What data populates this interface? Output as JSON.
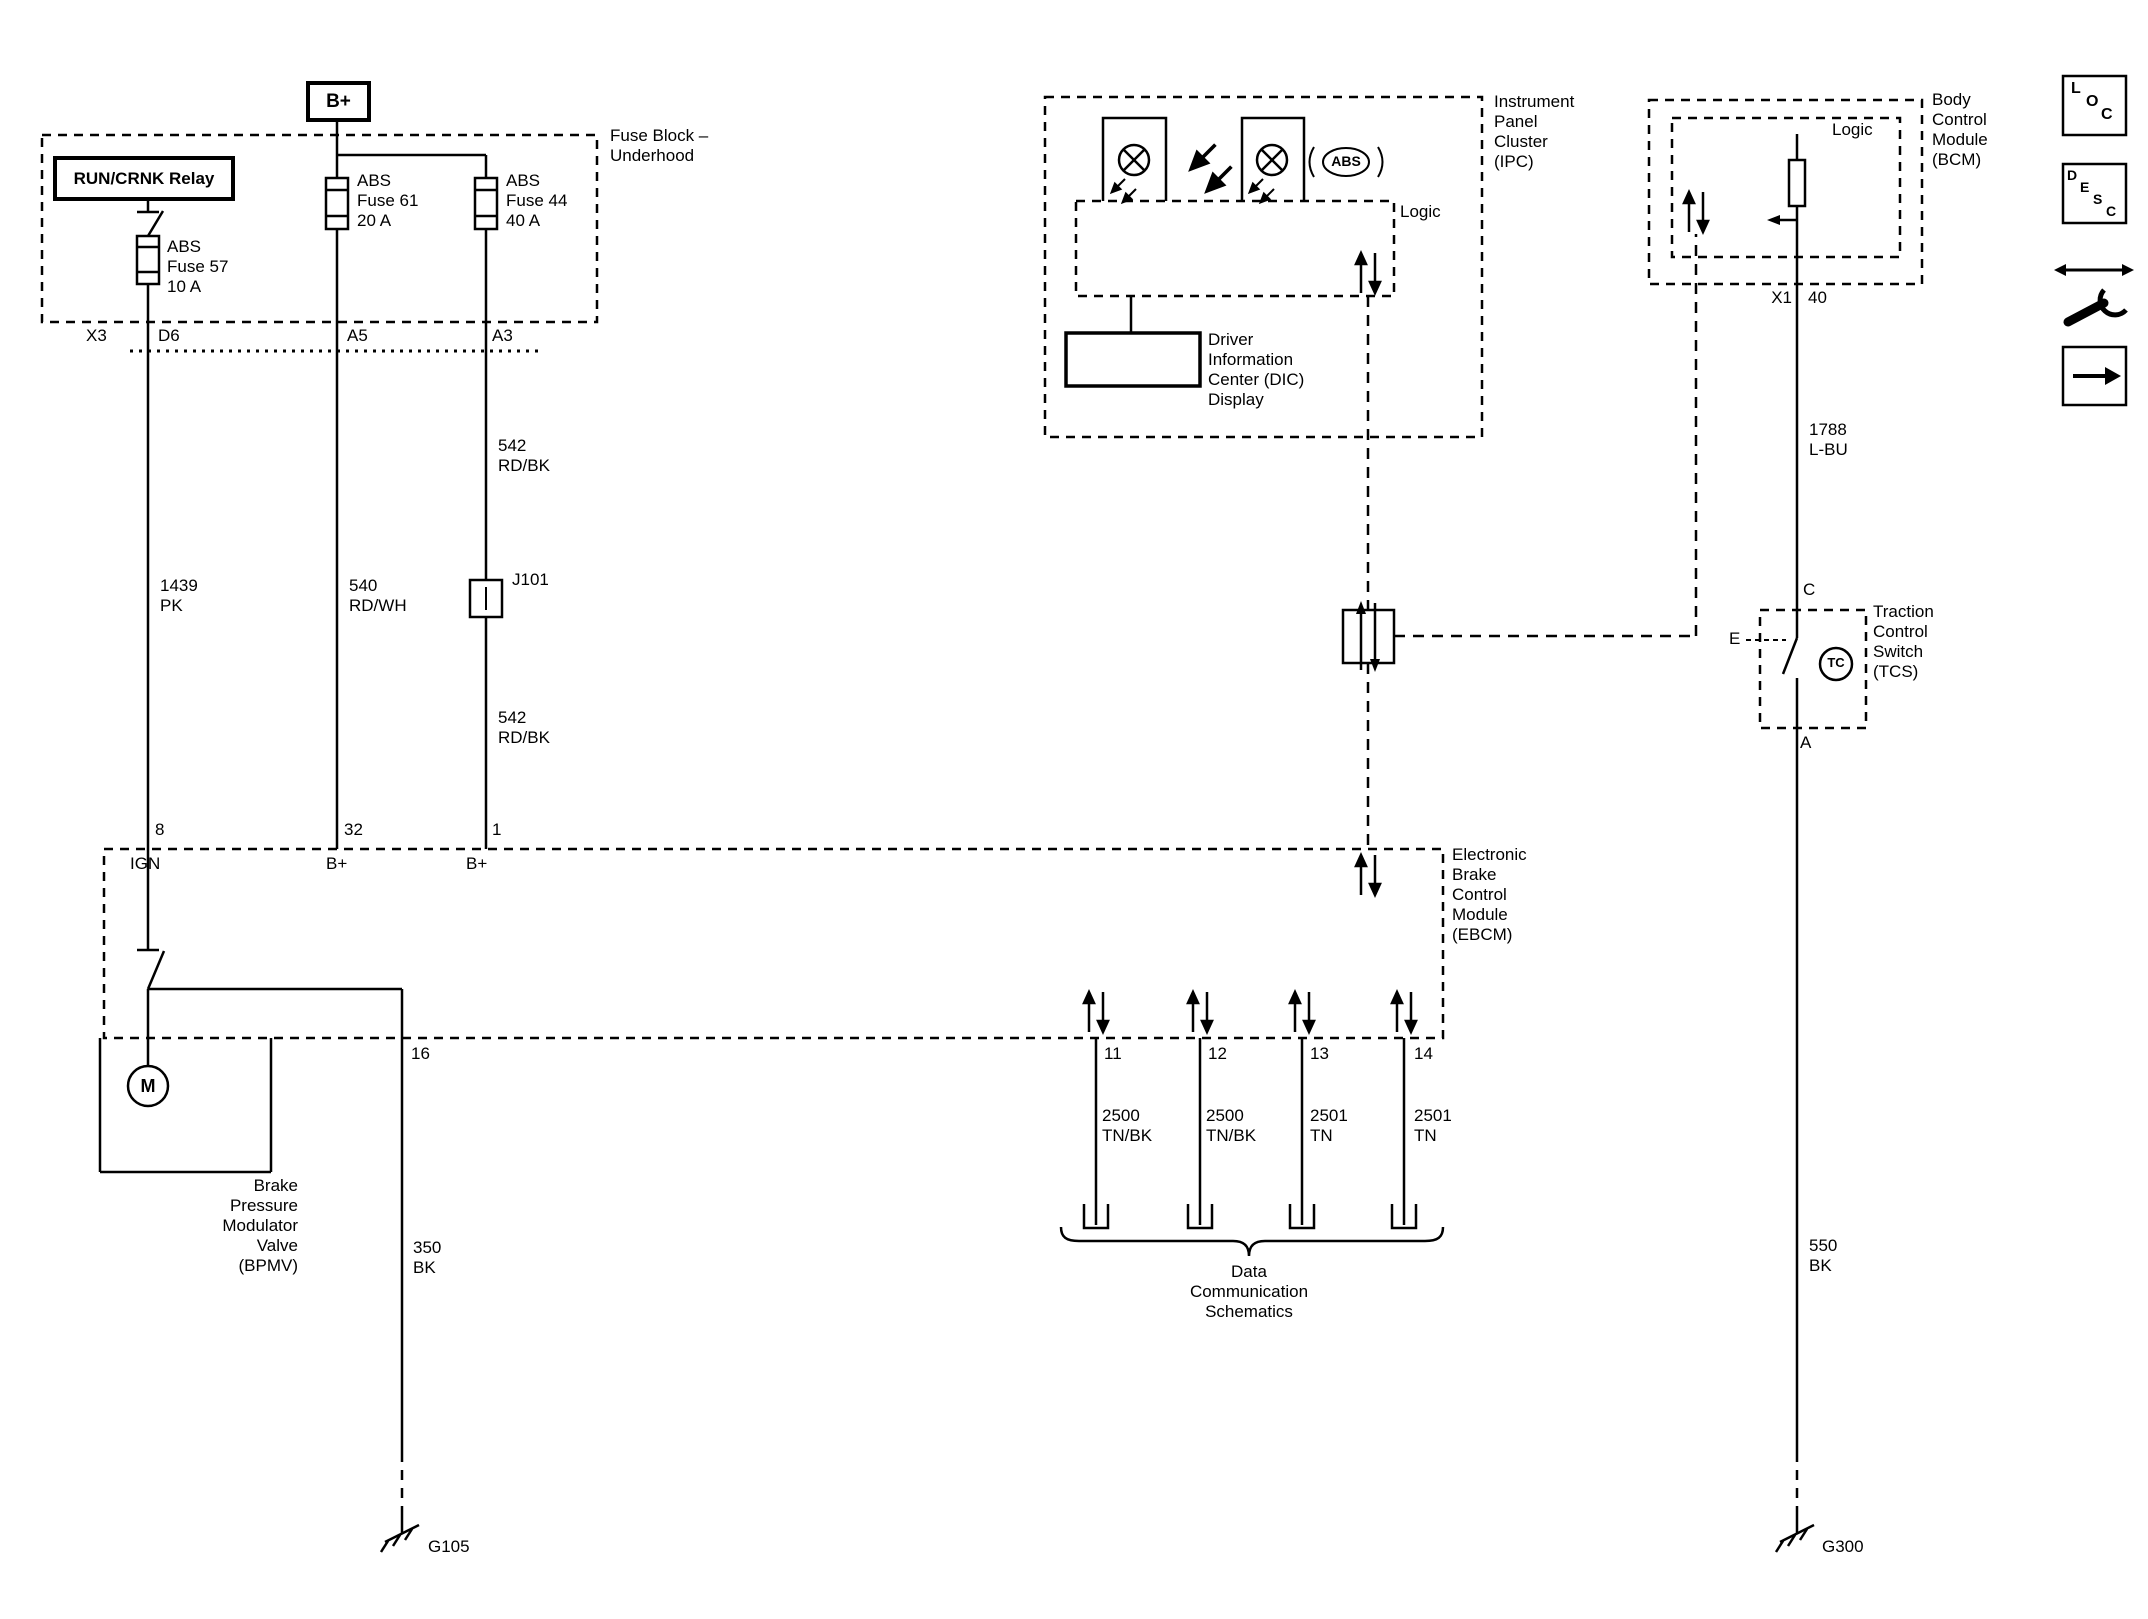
{
  "diagram": {
    "power": {
      "b_plus": "B+",
      "fuse_block_title": "Fuse Block –\nUnderhood",
      "relay_label": "RUN/CRNK Relay",
      "fuse57_label": "ABS\nFuse 57\n10 A",
      "fuse61_label": "ABS\nFuse 61\n20 A",
      "fuse44_label": "ABS\nFuse 44\n40 A",
      "conn_x3": "X3",
      "pin_d6": "D6",
      "pin_a5": "A5",
      "pin_a3": "A3"
    },
    "wires": {
      "w1439": "1439\nPK",
      "w540": "540\nRD/WH",
      "w542_upper": "542\nRD/BK",
      "splice_j101": "J101",
      "w542_lower": "542\nRD/BK",
      "w350": "350\nBK",
      "w550": "550\nBK",
      "w1788": "1788\nL-BU",
      "w2500_1": "2500\nTN/BK",
      "w2500_2": "2500\nTN/BK",
      "w2501_1": "2501\nTN",
      "w2501_2": "2501\nTN"
    },
    "ipc": {
      "title": "Instrument\nPanel\nCluster\n(IPC)",
      "logic_label": "Logic",
      "abs_lamp": "ABS",
      "dic_label": "Driver\nInformation\nCenter (DIC)\nDisplay"
    },
    "bcm": {
      "title": "Body\nControl\nModule\n(BCM)",
      "logic_label": "Logic",
      "conn_x1": "X1",
      "pin_40": "40"
    },
    "tcs": {
      "title": "Traction\nControl\nSwitch\n(TCS)",
      "pin_c": "C",
      "pin_a": "A",
      "e_label": "E",
      "tc_label": "TC"
    },
    "ebcm": {
      "title": "Electronic\nBrake\nControl\nModule\n(EBCM)",
      "pin_8": "8",
      "pin_8_name": "IGN",
      "pin_32": "32",
      "pin_32_name": "B+",
      "pin_1": "1",
      "pin_1_name": "B+",
      "pin_16": "16",
      "pin_11": "11",
      "pin_12": "12",
      "pin_13": "13",
      "pin_14": "14"
    },
    "bpmv": {
      "title": "Brake\nPressure\nModulator\nValve\n(BPMV)",
      "motor": "M"
    },
    "grounds": {
      "g105": "G105",
      "g300": "G300"
    },
    "footer": {
      "data_comm": "Data\nCommunication\nSchematics"
    },
    "sidebar": {
      "loc": [
        "L",
        "O",
        "C"
      ],
      "desc": [
        "D",
        "E",
        "S",
        "C"
      ]
    }
  }
}
